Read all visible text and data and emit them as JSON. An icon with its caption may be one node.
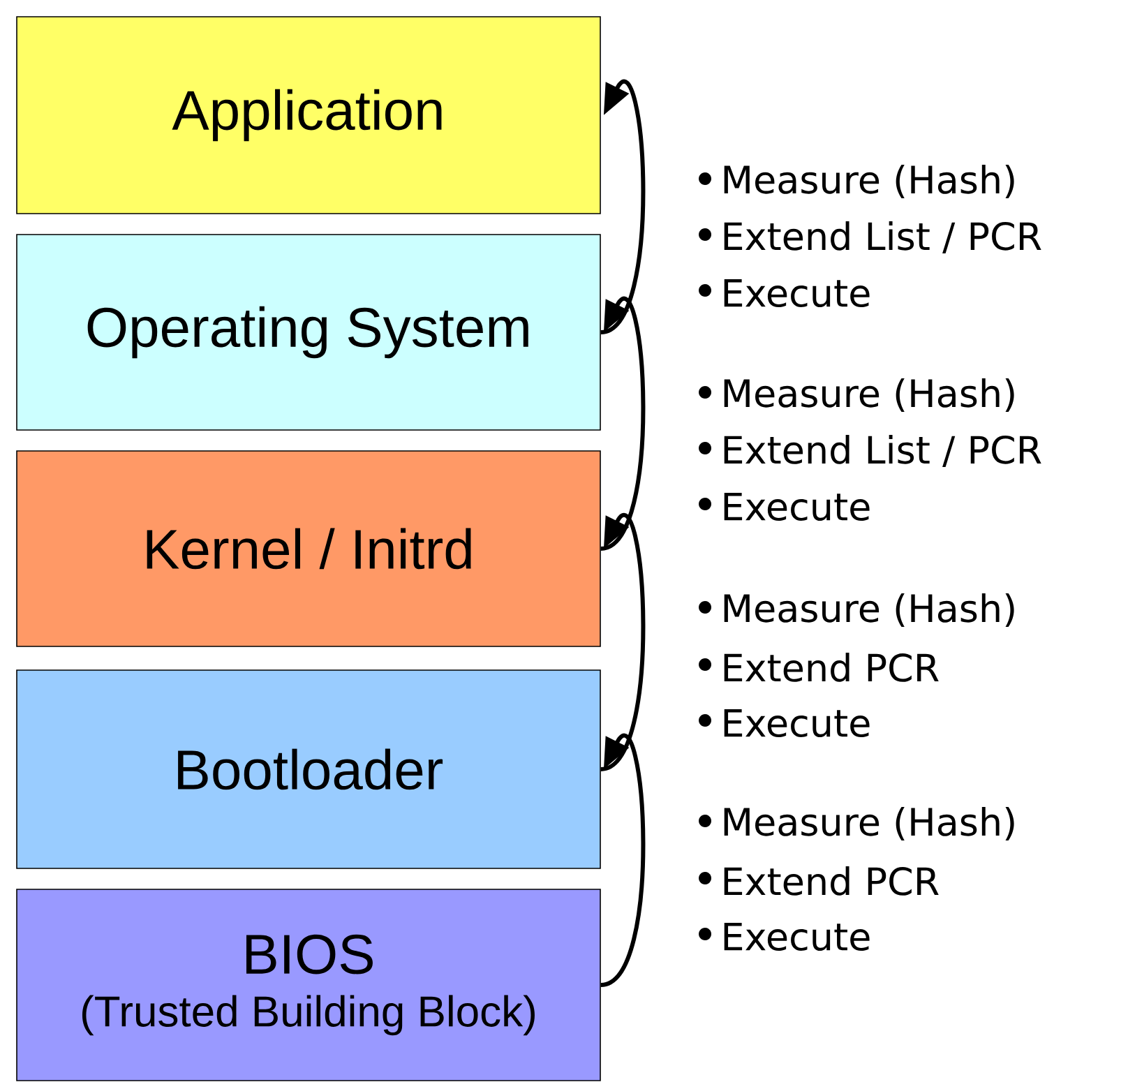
{
  "diagram": {
    "nodes": [
      {
        "text": [
          "Application"
        ]
      },
      {
        "text": [
          "Operating System"
        ]
      },
      {
        "text": [
          "Kernel / Initrd"
        ]
      },
      {
        "text": [
          "Bootloader"
        ]
      },
      {
        "text": [
          "BIOS",
          "(Trusted Building Block)"
        ]
      }
    ],
    "edges": [
      {
        "from": 1,
        "to": 0,
        "arrow": "to"
      },
      {
        "from": 2,
        "to": 1,
        "arrow": "to"
      },
      {
        "from": 3,
        "to": 2,
        "arrow": "to"
      },
      {
        "from": 4,
        "to": 3,
        "arrow": "to"
      }
    ],
    "labels": [
      "Measure (Hash)",
      "Extend List / PCR",
      "Execute",
      "Measure (Hash)",
      "Extend List / PCR",
      "Execute",
      "Measure (Hash)",
      "Extend PCR",
      "Execute",
      "Measure (Hash)",
      "Extend PCR",
      "Execute"
    ]
  }
}
